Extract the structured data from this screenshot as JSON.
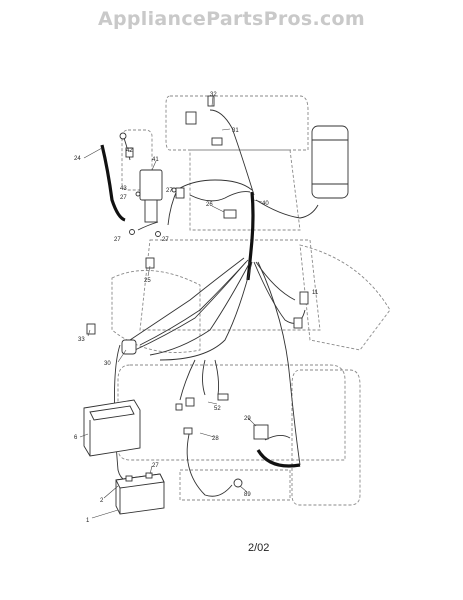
{
  "watermark": "AppliancePartsPros.com",
  "revision_date": "2/02",
  "callouts": [
    {
      "id": "c1",
      "label": "1"
    },
    {
      "id": "c2",
      "label": "2"
    },
    {
      "id": "c6",
      "label": "6"
    },
    {
      "id": "c11",
      "label": "11"
    },
    {
      "id": "c24",
      "label": "24"
    },
    {
      "id": "c25",
      "label": "25"
    },
    {
      "id": "c26",
      "label": "26"
    },
    {
      "id": "c27a",
      "label": "27"
    },
    {
      "id": "c27b",
      "label": "27"
    },
    {
      "id": "c27c",
      "label": "27"
    },
    {
      "id": "c27d",
      "label": "27"
    },
    {
      "id": "c27e",
      "label": "27"
    },
    {
      "id": "c28",
      "label": "28"
    },
    {
      "id": "c29",
      "label": "29"
    },
    {
      "id": "c30",
      "label": "30"
    },
    {
      "id": "c31",
      "label": "31"
    },
    {
      "id": "c32",
      "label": "32"
    },
    {
      "id": "c33",
      "label": "33"
    },
    {
      "id": "c40",
      "label": "40"
    },
    {
      "id": "c41",
      "label": "41"
    },
    {
      "id": "c42",
      "label": "42"
    },
    {
      "id": "c43",
      "label": "43"
    },
    {
      "id": "c52",
      "label": "52"
    },
    {
      "id": "c89",
      "label": "89"
    }
  ]
}
